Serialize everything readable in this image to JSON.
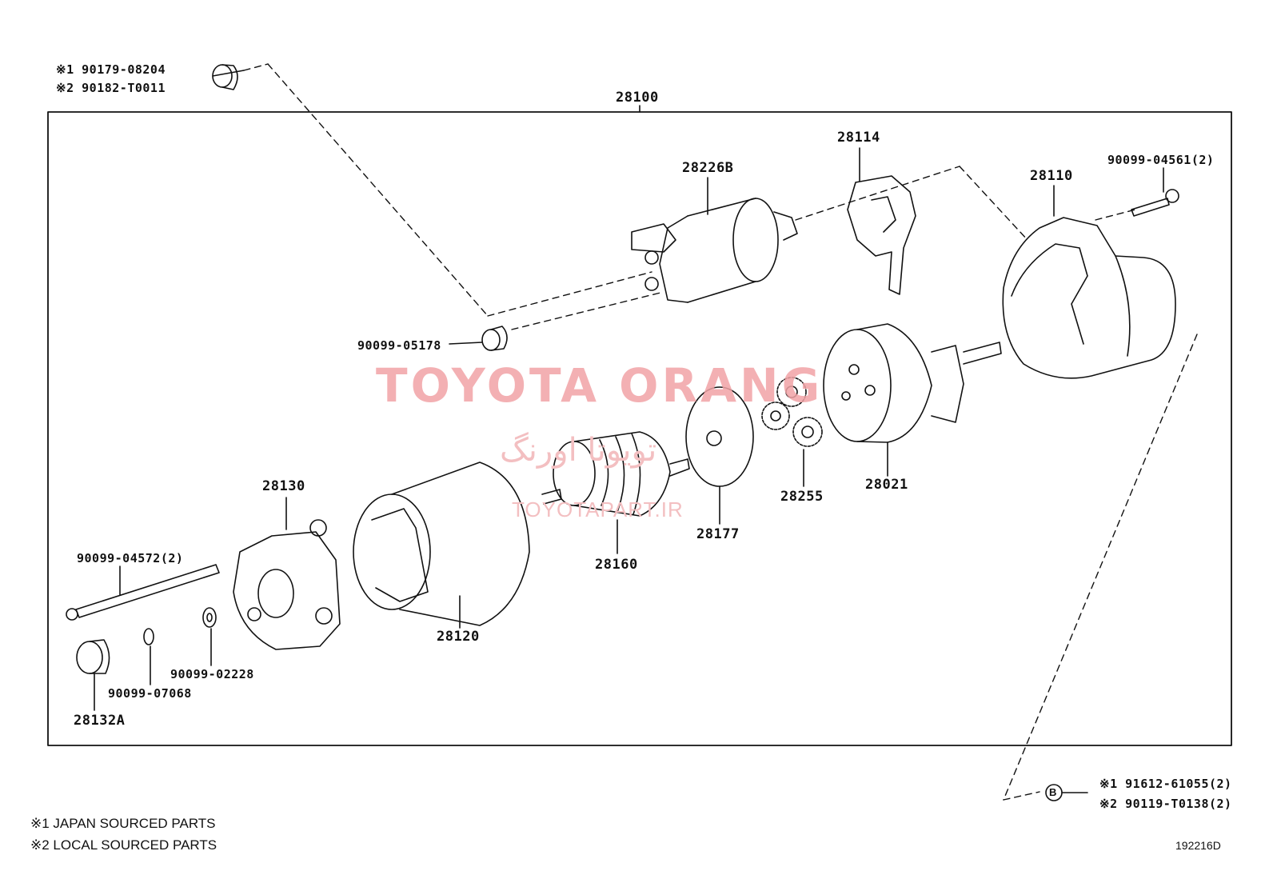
{
  "assembly": {
    "number": "28100"
  },
  "parts": {
    "p28226b": "28226B",
    "p28114": "28114",
    "p28110": "28110",
    "p90099_04561": "90099-04561(2)",
    "p90099_05178": "90099-05178",
    "p28021": "28021",
    "p28255": "28255",
    "p28177": "28177",
    "p28160": "28160",
    "p28120": "28120",
    "p28130": "28130",
    "p90099_04572": "90099-04572(2)",
    "p90099_02228": "90099-02228",
    "p90099_07068": "90099-07068",
    "p28132a": "28132A"
  },
  "top_left_callout": {
    "line1": "※1 90179-08204",
    "line2": "※2 90182-T0011"
  },
  "bottom_right_callout": {
    "marker": "B",
    "line1": "※1 91612-61055(2)",
    "line2": "※2 90119-T0138(2)"
  },
  "notes": {
    "note1": "※1 JAPAN SOURCED PARTS",
    "note2": "※2 LOCAL SOURCED PARTS"
  },
  "figure_code": "192216D",
  "watermark": {
    "main": "TOYOTA ORANG",
    "persian": "تویوتا اورنگ",
    "url": "TOYOTAPART.IR",
    "color": "#f1a3a6"
  }
}
